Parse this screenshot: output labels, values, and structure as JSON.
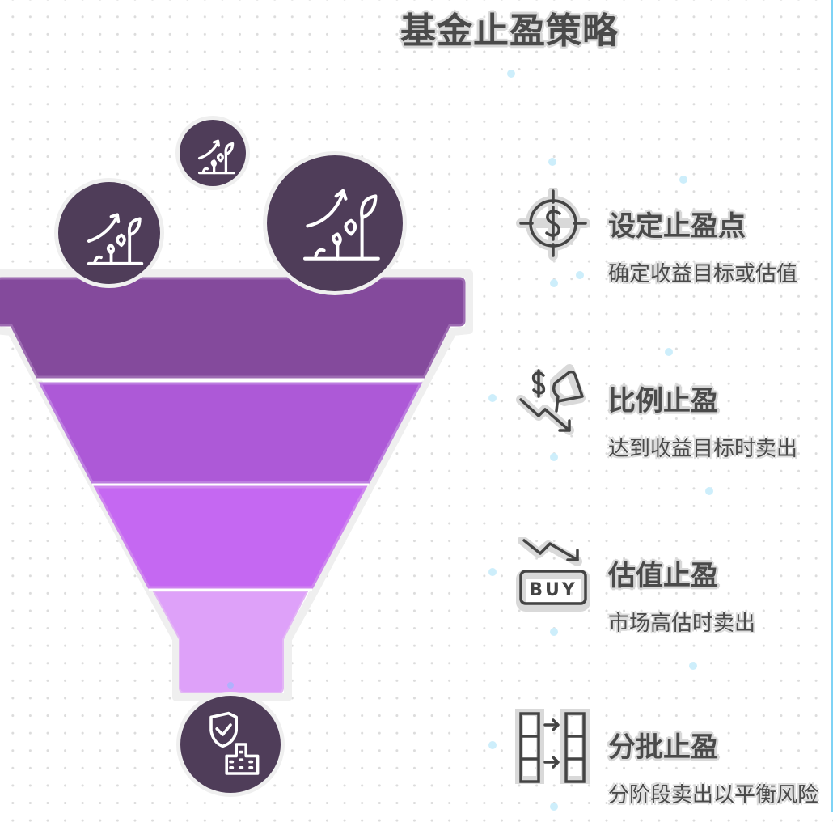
{
  "title": "基金止盈策略",
  "colors": {
    "funnel_layer_1": "#844a9c",
    "funnel_layer_2": "#ad59d7",
    "funnel_layer_3": "#c568f2",
    "funnel_layer_4": "#dea1f9",
    "bubble": "#4f3d59",
    "text": "#4a4a4a",
    "accent_line": "#7fd3f5"
  },
  "funnel": {
    "layers": [
      "layer-1",
      "layer-2",
      "layer-3",
      "layer-4"
    ],
    "inputs": [
      {
        "icon": "plant-growth-icon",
        "size": "medium"
      },
      {
        "icon": "plant-growth-icon",
        "size": "small"
      },
      {
        "icon": "plant-growth-icon",
        "size": "large"
      }
    ],
    "output": {
      "icon": "shield-building-icon"
    }
  },
  "steps": [
    {
      "icon": "target-dollar-icon",
      "title": "设定止盈点",
      "description": "确定收益目标或估值"
    },
    {
      "icon": "dollar-down-trend-icon",
      "title": "比例止盈",
      "description": "达到收益目标时卖出"
    },
    {
      "icon": "buy-down-trend-icon",
      "title": "估值止盈",
      "description": "市场高估时卖出"
    },
    {
      "icon": "batch-transfer-icon",
      "title": "分批止盈",
      "description": "分阶段卖出以平衡风险"
    }
  ]
}
